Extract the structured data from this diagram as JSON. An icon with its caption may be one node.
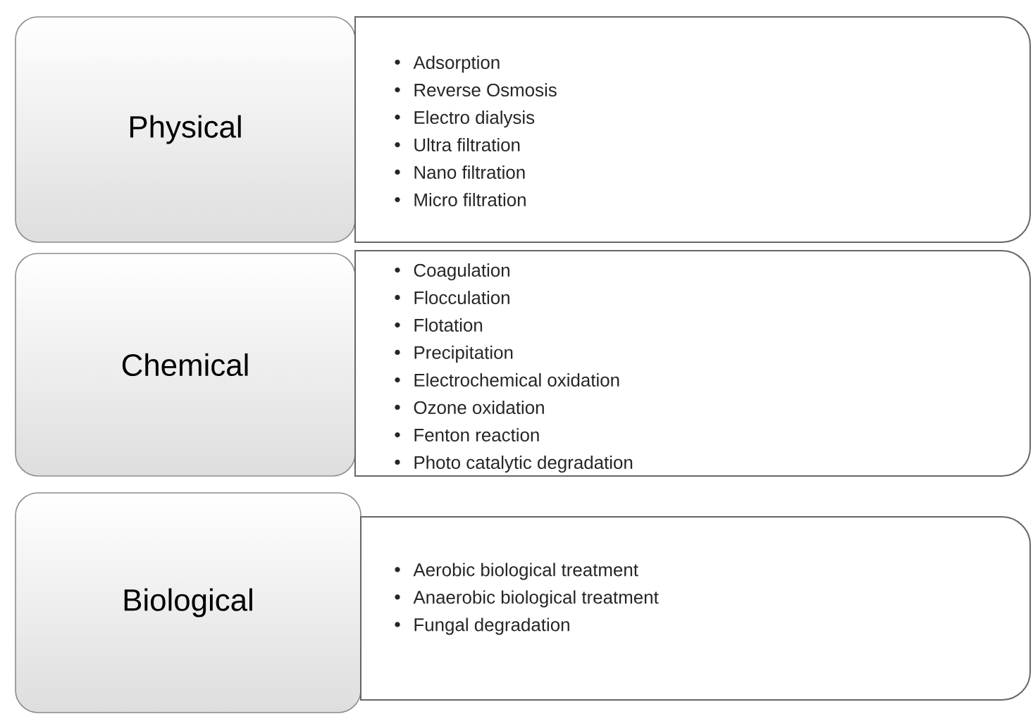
{
  "diagram": {
    "nodes": [
      {
        "text": [
          "Physical"
        ]
      },
      {
        "text": [
          "Adsorption",
          "Reverse Osmosis",
          "Electro dialysis",
          "Ultra filtration",
          "Nano filtration",
          "Micro filtration"
        ]
      },
      {
        "text": [
          "Chemical"
        ]
      },
      {
        "text": [
          "Coagulation",
          "Flocculation",
          "Flotation",
          "Precipitation",
          "Electrochemical oxidation",
          "Ozone oxidation",
          "Fenton reaction",
          "Photo catalytic degradation"
        ]
      },
      {
        "text": [
          "Biological"
        ]
      },
      {
        "text": [
          "Aerobic biological treatment",
          "Anaerobic biological treatment",
          "Fungal degradation"
        ]
      }
    ]
  }
}
